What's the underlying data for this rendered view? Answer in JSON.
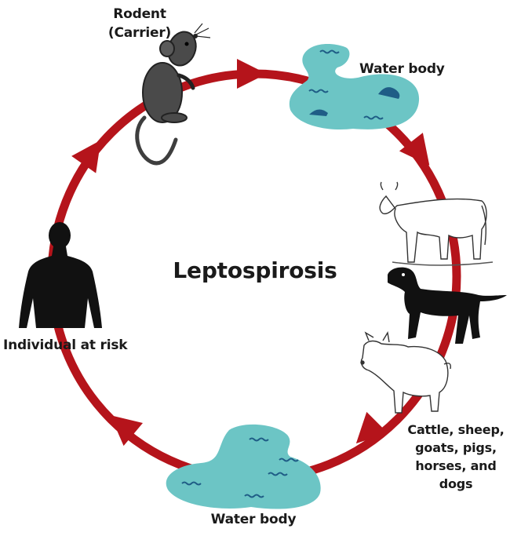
{
  "diagram": {
    "title": "Leptospirosis",
    "nodes": {
      "rodent": [
        "Rodent",
        "(Carrier)"
      ],
      "water_top": "Water body",
      "animals": [
        "Cattle, sheep,",
        "goats, pigs,",
        "horses, and dogs"
      ],
      "water_bottom": "Water body",
      "human": "Individual at risk"
    },
    "colors": {
      "cycle_arrow": "#b5141b",
      "water": "#6cc5c5",
      "water_marks": "#1f5d86",
      "rodent": "#3e3e3e",
      "silhouette": "#111111"
    },
    "icons": [
      "rodent-icon",
      "water-body-icon",
      "cow-icon",
      "dog-icon",
      "pig-icon",
      "human-silhouette-icon"
    ]
  }
}
